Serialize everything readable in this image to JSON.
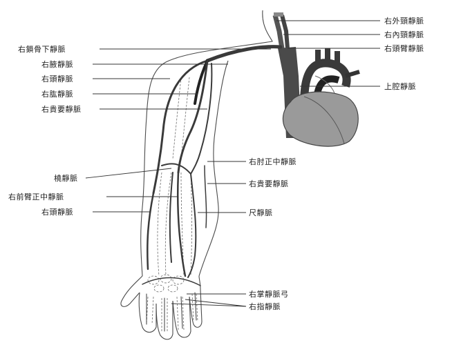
{
  "labels_left": {
    "subclavian": "右鎖骨下靜脈",
    "axillary": "右腋靜脈",
    "cephalic_upper": "右頭靜脈",
    "brachial": "右肱靜脈",
    "basilic_upper": "右貴要靜脈",
    "radial": "橈靜脈",
    "median_antebrachial": "右前臂正中靜脈",
    "cephalic_lower": "右頭靜脈"
  },
  "labels_right": {
    "external_jugular": "右外頸靜脈",
    "internal_jugular": "右內頸靜脈",
    "brachiocephalic": "右頭臂靜脈",
    "superior_vena_cava": "上腔靜脈",
    "median_cubital": "右肘正中靜脈",
    "basilic_lower": "右貴要靜脈",
    "ulnar": "尺靜脈",
    "palmar_arch": "右掌靜脈弓",
    "digital": "右指靜脈"
  }
}
